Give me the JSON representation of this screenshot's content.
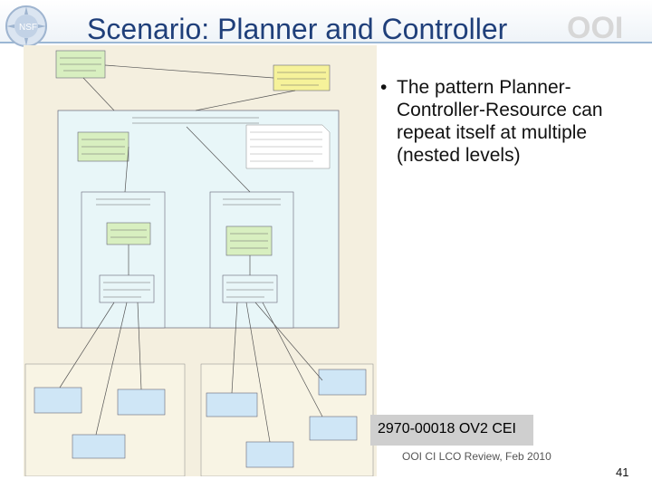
{
  "slide": {
    "title": "Scenario: Planner and Controller",
    "bullet": "The pattern Planner-Controller-Resource can repeat itself at multiple (nested levels)",
    "badge": "2970-00018 OV2 CEI",
    "review": "OOI CI LCO Review, Feb 2010",
    "page_number": "41"
  },
  "logos": {
    "left": "nsf-seal-icon",
    "right_text": "OOI"
  },
  "colors": {
    "title": "#1f3f7a",
    "diagram_bg": "#f4efdf",
    "yellow_node": "#f6f29a",
    "green_node": "#d8efc0",
    "blue_node": "#cfe6f6",
    "container": "#e8f6f8"
  }
}
